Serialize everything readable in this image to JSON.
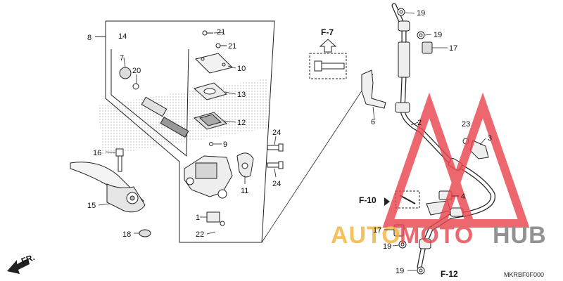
{
  "diagram": {
    "callouts": {
      "c1": "1",
      "c2": "2",
      "c3": "3",
      "c4": "4",
      "c6": "6",
      "c7": "7",
      "c8": "8",
      "c9": "9",
      "c10": "10",
      "c11": "11",
      "c12": "12",
      "c13": "13",
      "c14": "14",
      "c15": "15",
      "c16": "16",
      "c17a": "17",
      "c17b": "17",
      "c18": "18",
      "c19a": "19",
      "c19b": "19",
      "c19c": "19",
      "c19d": "19",
      "c20": "20",
      "c21a": "21",
      "c21b": "21",
      "c22": "22",
      "c23": "23",
      "c24a": "24",
      "c24b": "24"
    },
    "refs": {
      "f7": "F-7",
      "f10": "F-10",
      "f12": "F-12"
    },
    "direction_label": "FR.",
    "drawing_code": "MKRBF0F000"
  },
  "watermark": {
    "text_a": "AUTO",
    "text_b": "MOTO",
    "text_c": "HUB",
    "colors": {
      "red": "#e8484f",
      "yellow": "#f4b43a",
      "gray": "#7b7b7b"
    }
  }
}
